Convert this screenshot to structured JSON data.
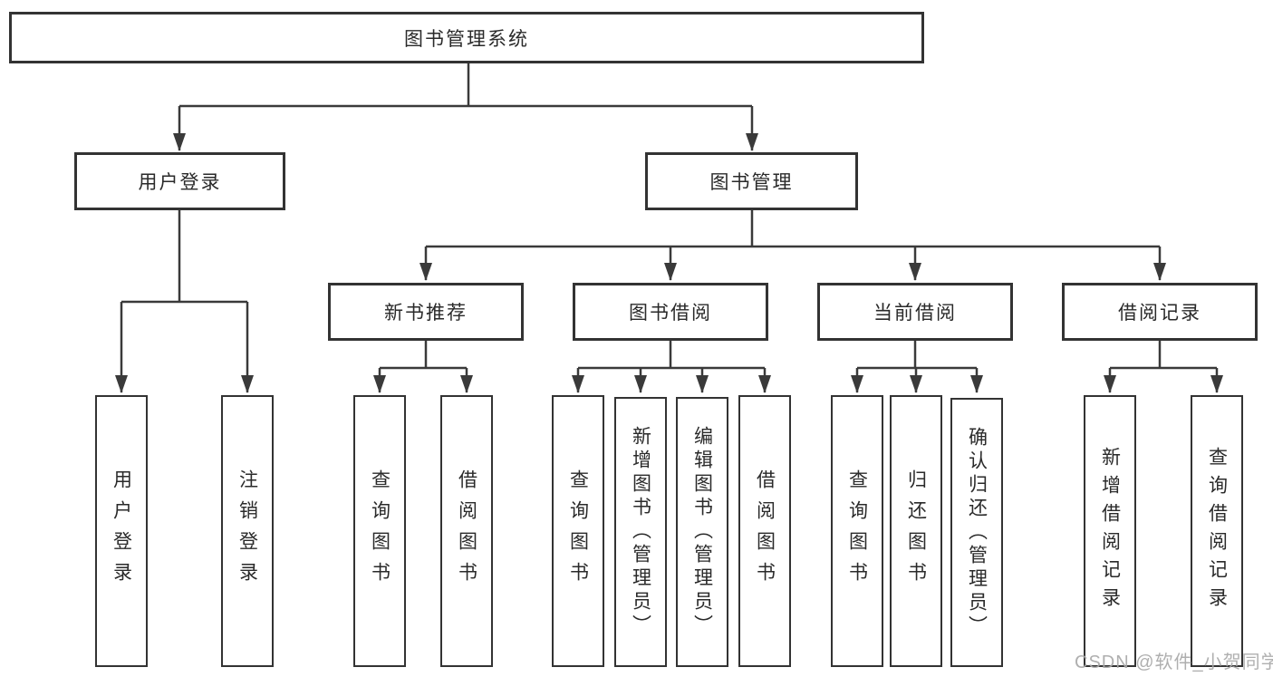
{
  "diagram_title": "图书管理系统",
  "nodes": {
    "root": "图书管理系统",
    "user_login": "用户登录",
    "book_mgmt": "图书管理",
    "new_book_rec": "新书推荐",
    "book_borrow": "图书借阅",
    "current_borrow": "当前借阅",
    "borrow_records": "借阅记录",
    "leaf_user_login": "用户登录",
    "leaf_logout": "注销登录",
    "leaf_query_book_1": "查询图书",
    "leaf_borrow_book_1": "借阅图书",
    "leaf_query_book_2": "查询图书",
    "leaf_add_book_admin": "新增图书（管理员）",
    "leaf_edit_book_admin": "编辑图书（管理员）",
    "leaf_borrow_book_2": "借阅图书",
    "leaf_query_book_3": "查询图书",
    "leaf_return_book": "归还图书",
    "leaf_confirm_return_admin": "确认归还（管理员）",
    "leaf_add_borrow_record": "新增借阅记录",
    "leaf_query_borrow_record": "查询借阅记录"
  },
  "hierarchy": {
    "图书管理系统": {
      "用户登录": [
        "用户登录",
        "注销登录"
      ],
      "图书管理": {
        "新书推荐": [
          "查询图书",
          "借阅图书"
        ],
        "图书借阅": [
          "查询图书",
          "新增图书（管理员）",
          "编辑图书（管理员）",
          "借阅图书"
        ],
        "当前借阅": [
          "查询图书",
          "归还图书",
          "确认归还（管理员）"
        ],
        "借阅记录": [
          "新增借阅记录",
          "查询借阅记录"
        ]
      }
    }
  },
  "watermark": "CSDN @软件_小贺同学",
  "colors": {
    "line": "#3a3a3a",
    "box_border": "#333333",
    "text": "#2a2a2a",
    "watermark": "#a8a8a8",
    "background": "#ffffff"
  }
}
